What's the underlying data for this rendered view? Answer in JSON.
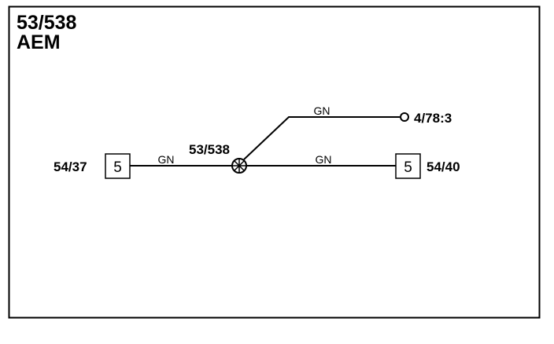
{
  "diagram": {
    "title_line1": "53/538",
    "title_line2": "AEM",
    "splice_label": "53/538",
    "connector_left": {
      "label": "54/37",
      "pin": "5"
    },
    "connector_right": {
      "label": "54/40",
      "pin": "5"
    },
    "terminal_top": {
      "label": "4/78:3"
    },
    "wires": {
      "left": "GN",
      "top": "GN",
      "right": "GN"
    }
  }
}
